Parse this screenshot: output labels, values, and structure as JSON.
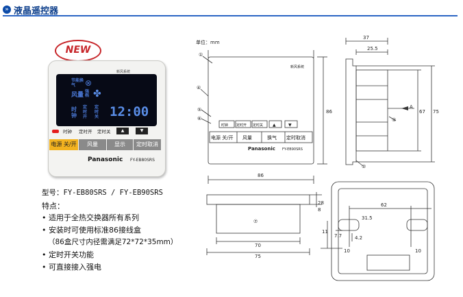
{
  "header": {
    "icon": "arrow-circle-icon",
    "title": "液晶遥控器"
  },
  "badge": {
    "text": "NEW"
  },
  "device": {
    "top_label": "新风系统",
    "screen": {
      "line1": "节能换气",
      "line2_a": "风量",
      "line2_b": "强档",
      "line3_a": "时钟",
      "line3_b": "定时开",
      "line3_c": "定时关",
      "time": "12:00"
    },
    "small_buttons": [
      "时钟",
      "定时开",
      "定时关",
      "▲",
      "▼"
    ],
    "big_buttons": [
      "电源 关/开",
      "风量",
      "显示",
      "定时取消"
    ],
    "brand": "Panasonic",
    "model": "FY-EB80SRS"
  },
  "specs": {
    "model_line": "型号：FY-EB80SRS / FY-EB90SRS",
    "features_title": "特点：",
    "features": [
      "• 适用于全热交换器所有系列",
      "• 安装时可使用标准86接线盒",
      "（86盒尺寸内径需满足72*72*35mm）",
      "• 定时开关功能",
      "• 可直接接入强电"
    ]
  },
  "drawing": {
    "unit": "单位：mm",
    "callouts": [
      "①",
      "④",
      "⑤",
      "⑥",
      "③",
      "②",
      "⑦"
    ],
    "front": {
      "top_label": "新风系统",
      "small_buttons": [
        "时钟",
        "定时开",
        "定时关",
        "▲",
        "▼"
      ],
      "big_buttons": [
        "电源 关/开",
        "风量",
        "换气",
        "定时取消"
      ],
      "brand": "Panasonic",
      "model": "FY-EB90SRS",
      "width": "86",
      "height": "86"
    },
    "side": {
      "d37": "37",
      "d25_5": "25.5",
      "h75": "75",
      "h67": "67",
      "arrow": "A"
    },
    "bottom": {
      "w70": "70",
      "w75": "75",
      "h28": "28",
      "h8": "8"
    },
    "box": {
      "w62": "62",
      "h31_5": "31.5",
      "h11": "11",
      "h7_7": "7.7",
      "w4_2": "4.2",
      "w10a": "10",
      "w10b": "10"
    }
  }
}
